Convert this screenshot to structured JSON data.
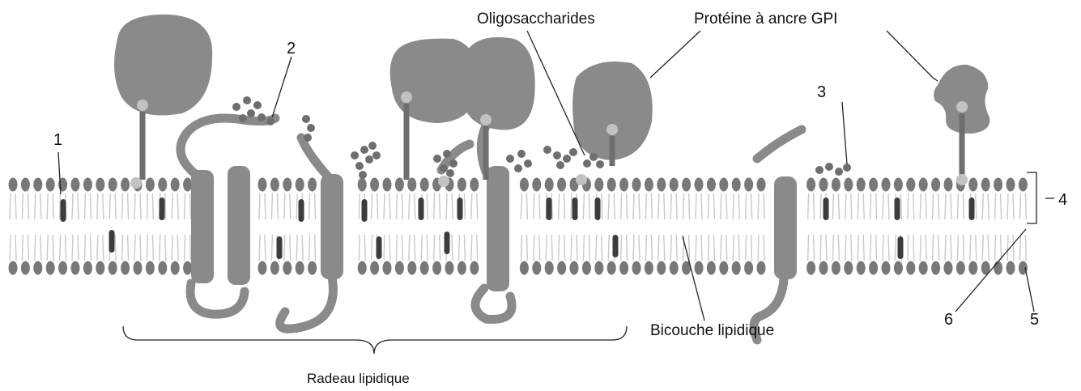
{
  "figure": {
    "labels": {
      "n1": "1",
      "n2": "2",
      "n3": "3",
      "n4": "4",
      "n5": "5",
      "n6": "6",
      "oligosaccharides": "Oligosaccharides",
      "gpi_protein": "Protéine à ancre GPI",
      "bilayer": "Bicouche lipidique",
      "raft": "Radeau lipidique"
    },
    "colors": {
      "head": "#787878",
      "tail": "#c9c9c9",
      "protein": "#8a8a8a",
      "cholesterol": "#3c3c3c",
      "anchor_dot": "#c2c2c2",
      "sugar": "#6e6e6e",
      "line": "#222222"
    }
  }
}
